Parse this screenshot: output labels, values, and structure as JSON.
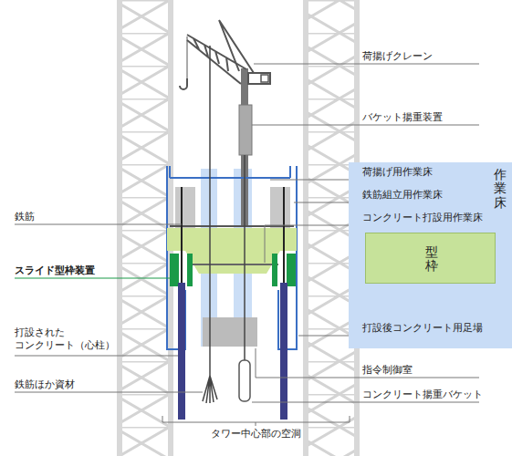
{
  "diagram": {
    "nodes": [
      {
        "text": [
          "作業床"
        ]
      },
      {
        "text": [
          "型枠"
        ],
        "in": 0
      }
    ],
    "labels": [
      "荷揚げクレーン",
      "バケット揚重装置",
      "荷揚げ用作業床",
      "鉄筋組立用作業床",
      "コンクリート打設用作業床",
      "鉄筋",
      "スライド型枠装置",
      "打設された コンクリート（心柱）",
      "打設後コンクリート用足場",
      "指令制御室",
      "鉄筋ほか資材",
      "コンクリート揚重バケット",
      "タワー中心部の空洞"
    ]
  }
}
